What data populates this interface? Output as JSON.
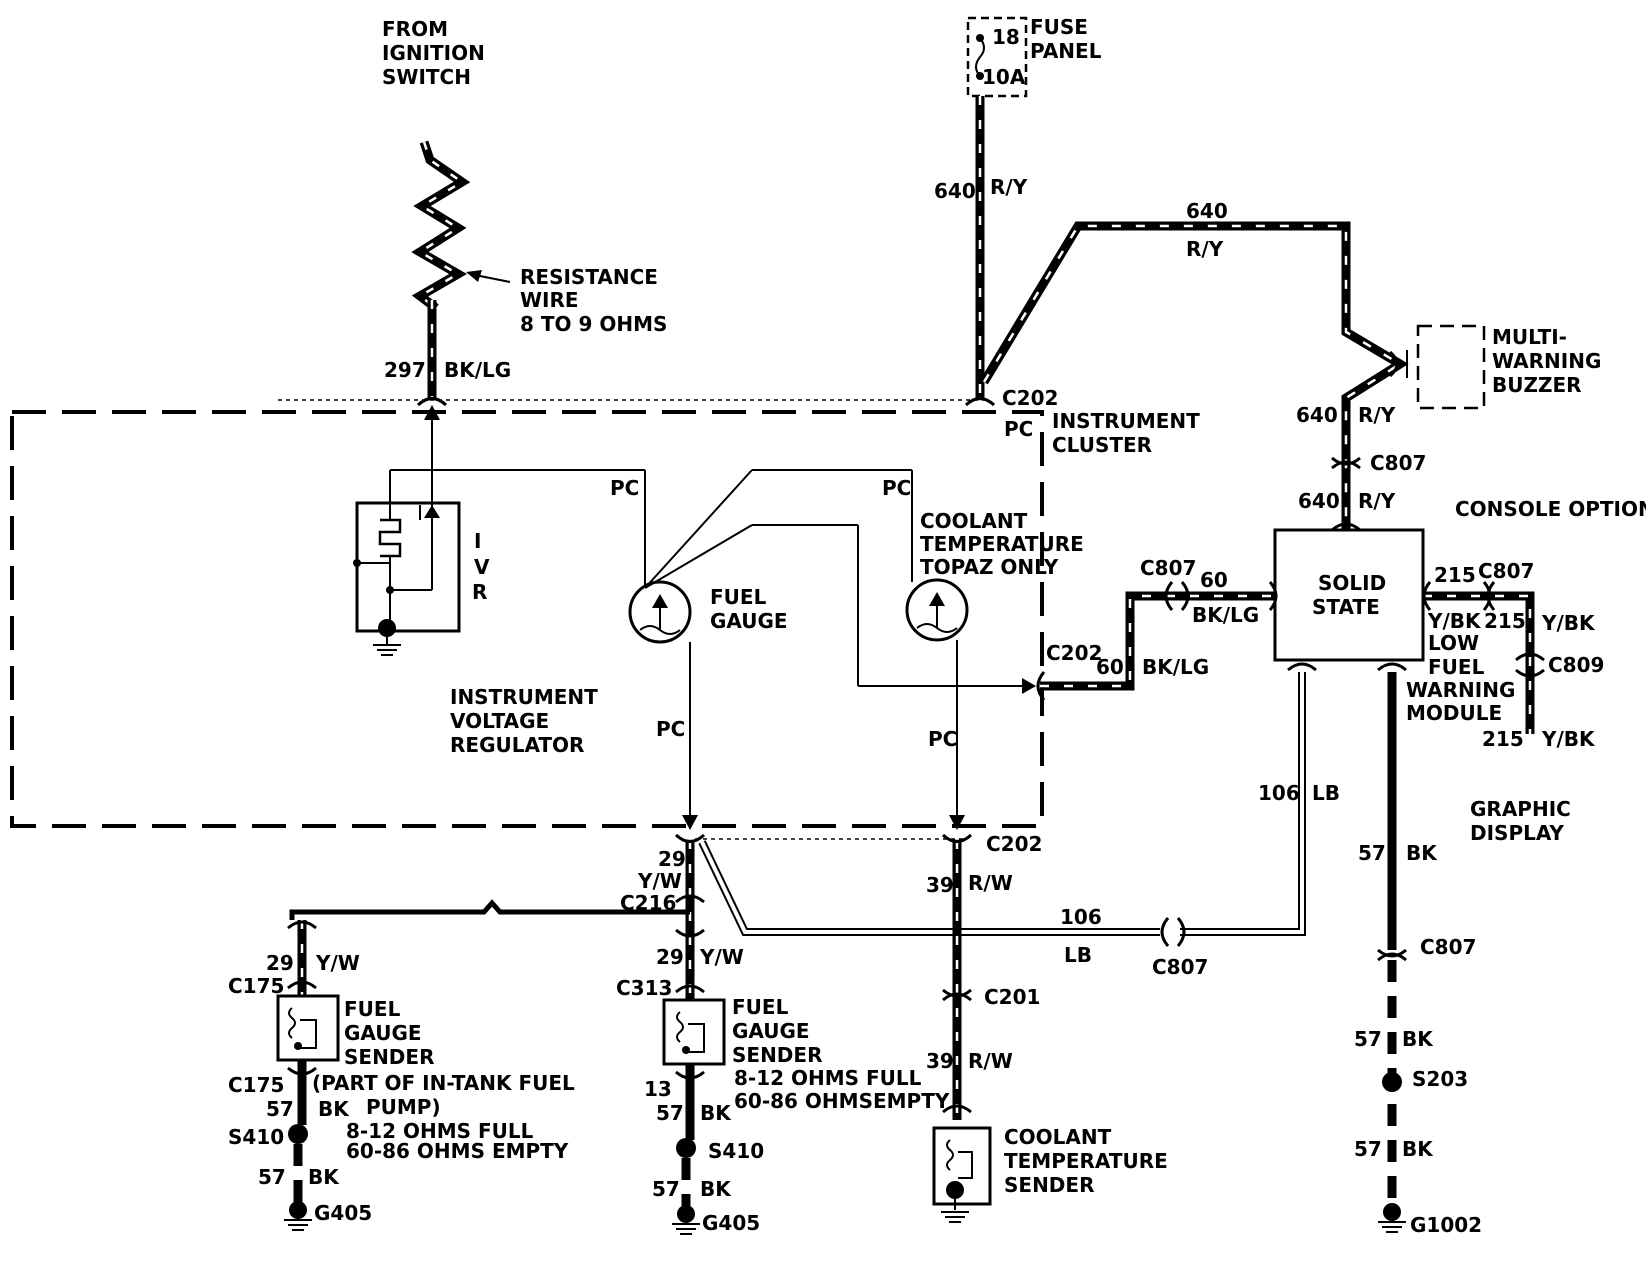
{
  "labels": {
    "from_ignition": [
      "FROM",
      "IGNITION",
      "SWITCH"
    ],
    "resistance": [
      "RESISTANCE",
      "WIRE",
      "8 TO 9 OHMS"
    ],
    "fuse_panel": [
      "FUSE",
      "PANEL"
    ],
    "fuse_18": "18",
    "fuse_10a": "10A",
    "instrument_cluster": [
      "INSTRUMENT",
      "CLUSTER"
    ],
    "multi_warning": [
      "MULTI-",
      "WARNING",
      "BUZZER"
    ],
    "console_option": "CONSOLE OPTION",
    "ivr_letters": [
      "I",
      "V",
      "R"
    ],
    "ivr_name": [
      "INSTRUMENT",
      "VOLTAGE",
      "REGULATOR"
    ],
    "fuel_gauge": [
      "FUEL",
      "GAUGE"
    ],
    "coolant_temp": [
      "COOLANT",
      "TEMPERATURE",
      "TOPAZ ONLY"
    ],
    "solid_state": [
      "SOLID",
      "STATE"
    ],
    "low_fuel": [
      "LOW",
      "FUEL",
      "WARNING",
      "MODULE"
    ],
    "graphic_display": [
      "GRAPHIC",
      "DISPLAY"
    ],
    "fuel_sender_left": [
      "FUEL",
      "GAUGE",
      "SENDER"
    ],
    "fuel_sender_left_note": [
      "(PART OF IN-TANK FUEL",
      "PUMP)",
      "8-12 OHMS FULL",
      "60-86 OHMS EMPTY"
    ],
    "fuel_sender_mid": [
      "FUEL",
      "GAUGE",
      "SENDER",
      "8-12 OHMS FULL",
      "60-86 OHMSEMPTY"
    ],
    "coolant_sender": [
      "COOLANT",
      "TEMPERATURE",
      "SENDER"
    ],
    "pc": "PC"
  },
  "wires": {
    "297": "297",
    "bk_lg": "BK/LG",
    "640": "640",
    "r_y": "R/Y",
    "60": "60",
    "215": "215",
    "y_bk": "Y/BK",
    "106": "106",
    "lb": "LB",
    "57": "57",
    "bk": "BK",
    "29": "29",
    "y_w": "Y/W",
    "39": "39",
    "r_w": "R/W",
    "13": "13"
  },
  "connectors": {
    "c202": "C202",
    "c807": "C807",
    "c809": "C809",
    "c216": "C216",
    "c175": "C175",
    "c313": "C313",
    "c201": "C201",
    "s410": "S410",
    "s203": "S203",
    "g405": "G405",
    "g1002": "G1002"
  }
}
